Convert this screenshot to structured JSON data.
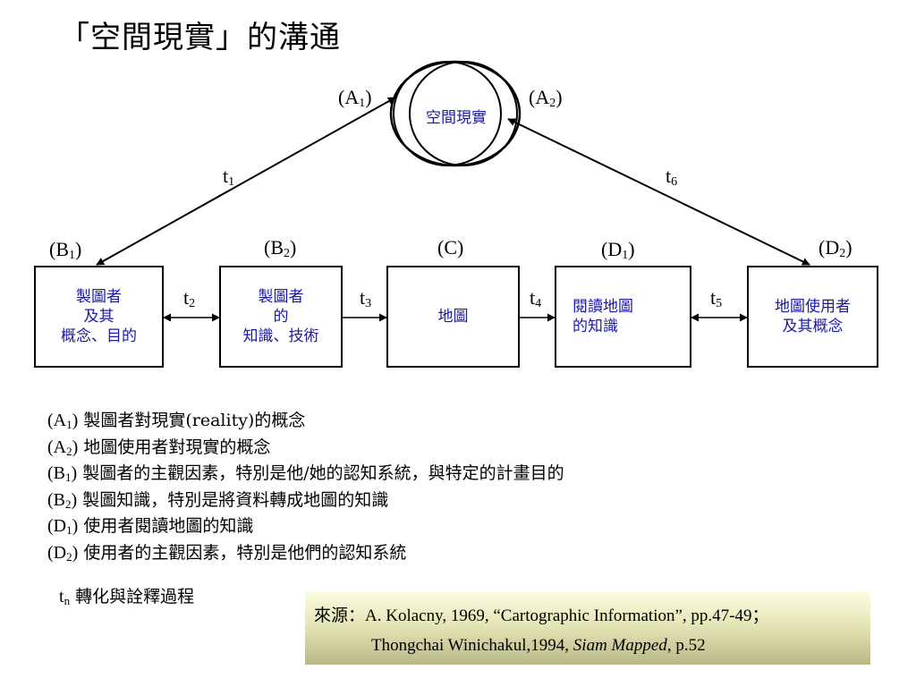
{
  "title": "「空間現實」的溝通",
  "reality": {
    "label": "空間現實"
  },
  "node_labels": {
    "A1": {
      "base": "A",
      "sub": "1"
    },
    "A2": {
      "base": "A",
      "sub": "2"
    },
    "B1": {
      "base": "B",
      "sub": "1"
    },
    "B2": {
      "base": "B",
      "sub": "2"
    },
    "C": {
      "base": "C",
      "sub": ""
    },
    "D1": {
      "base": "D",
      "sub": "1"
    },
    "D2": {
      "base": "D",
      "sub": "2"
    }
  },
  "transforms": {
    "t1": {
      "base": "t",
      "sub": "1"
    },
    "t2": {
      "base": "t",
      "sub": "2"
    },
    "t3": {
      "base": "t",
      "sub": "3"
    },
    "t4": {
      "base": "t",
      "sub": "4"
    },
    "t5": {
      "base": "t",
      "sub": "5"
    },
    "t6": {
      "base": "t",
      "sub": "6"
    }
  },
  "boxes": {
    "b1": "製圖者\n及其\n概念、目的",
    "b2": "製圖者\n的\n知識、技術",
    "c": "地圖",
    "d1": "閱讀地圖\n的知識",
    "d2": "地圖使用者\n及其概念"
  },
  "legend": [
    {
      "base": "A",
      "sub": "1",
      "text": "製圖者對現實(reality)的概念"
    },
    {
      "base": "A",
      "sub": "2",
      "text": "地圖使用者對現實的概念"
    },
    {
      "base": "B",
      "sub": "1",
      "text": "製圖者的主觀因素，特別是他/她的認知系統，與特定的計畫目的"
    },
    {
      "base": "B",
      "sub": "2",
      "text": "製圖知識，特別是將資料轉成地圖的知識"
    },
    {
      "base": "D",
      "sub": "1",
      "text": "使用者閱讀地圖的知識"
    },
    {
      "base": "D",
      "sub": "2",
      "text": "使用者的主觀因素，特別是他們的認知系統"
    }
  ],
  "tn_note": {
    "base": "t",
    "sub": "n",
    "text": "轉化與詮釋過程"
  },
  "source": {
    "prefix": "來源：",
    "line1": "A. Kolacny, 1969, “Cartographic Information”, pp.47-49；",
    "line2_author": "Thongchai Winichakul,1994, ",
    "line2_book": "Siam Mapped",
    "line2_page": ", p.52"
  }
}
